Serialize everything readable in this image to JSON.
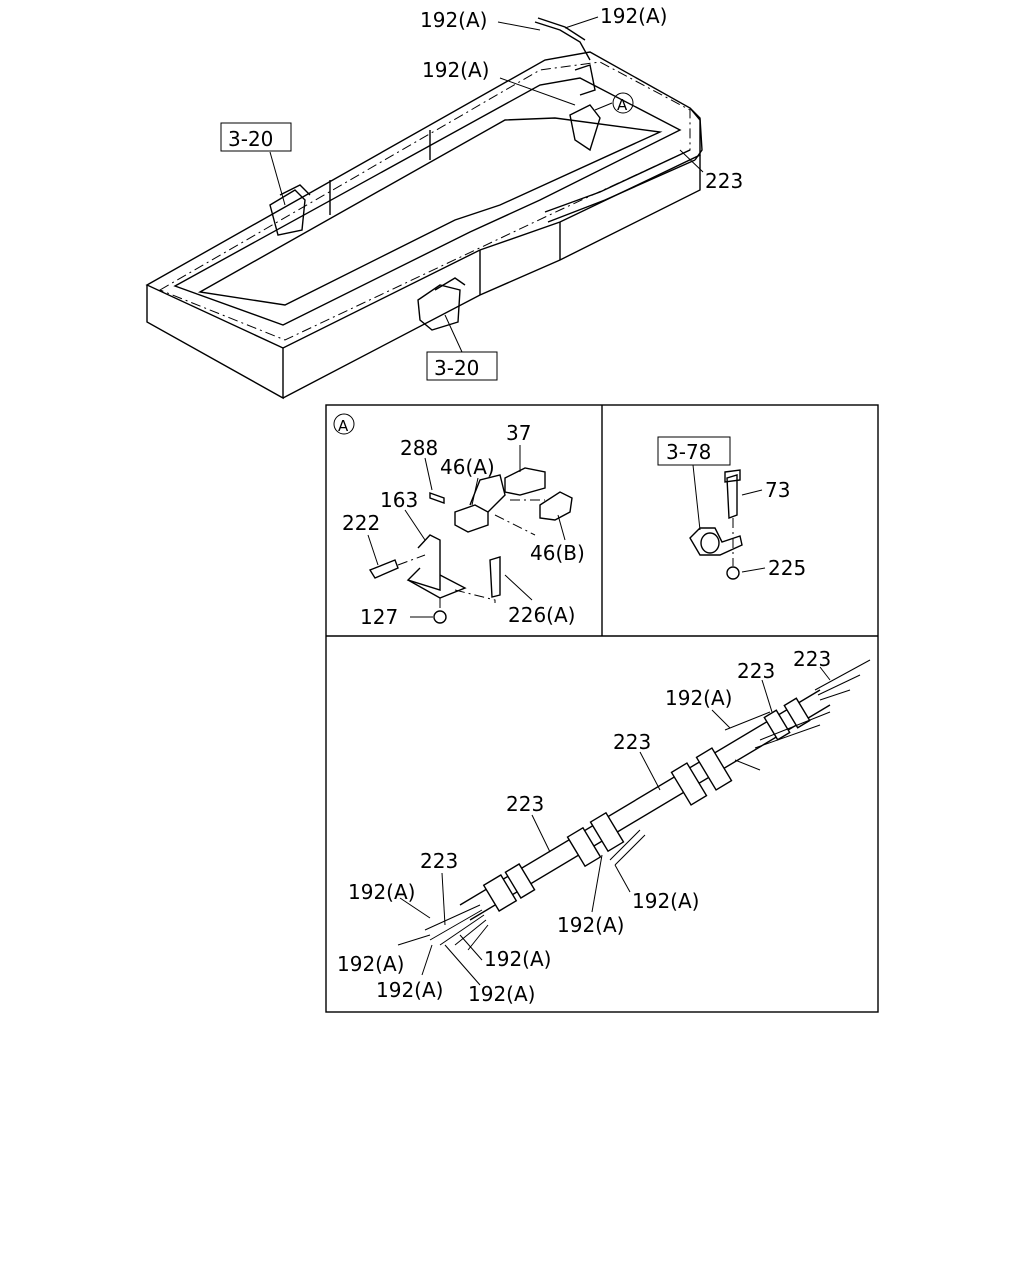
{
  "top_labels": {
    "l1": "192(A)",
    "l2": "192(A)",
    "l3": "192(A)",
    "circle_ref": "A",
    "l223": "223",
    "ref_left": "3-20",
    "ref_bottom": "3-20"
  },
  "panel_a": {
    "circle_ref": "A",
    "p288": "288",
    "p37": "37",
    "p46a": "46(A)",
    "p163": "163",
    "p222": "222",
    "p46b": "46(B)",
    "p226a": "226(A)",
    "p127": "127"
  },
  "panel_b": {
    "ref": "3-78",
    "p73": "73",
    "p225": "225"
  },
  "panel_c": {
    "l223_top_right": "223",
    "l223_mid_right": "223",
    "l192_upper": "192(A)",
    "l223_mid": "223",
    "l223_center": "223",
    "l223_left": "223",
    "l192_left_upper": "192(A)",
    "l192_center_right": "192(A)",
    "l192_center_low": "192(A)",
    "l192_bl1": "192(A)",
    "l192_bl2": "192(A)",
    "l192_bl3": "192(A)",
    "l192_bl4": "192(A)"
  }
}
